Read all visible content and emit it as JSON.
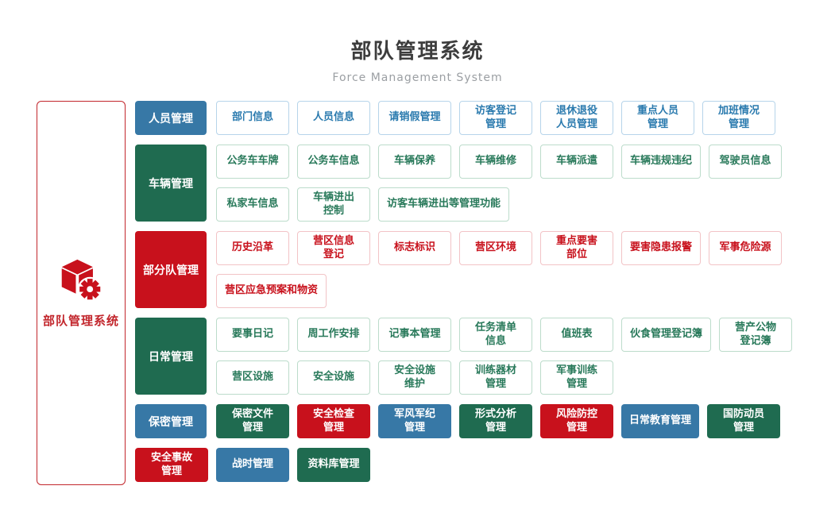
{
  "header": {
    "title": "部队管理系统",
    "subtitle": "Force Management System"
  },
  "sidebar": {
    "label": "部队管理系统",
    "icon": "cube-gear-icon",
    "accent_color": "#c2262c"
  },
  "colors": {
    "blue": "#3778a6",
    "green": "#1f6b50",
    "red": "#c8111c",
    "outline_blue_border": "#b6d4ea",
    "outline_blue_text": "#2a7aae",
    "outline_green_border": "#bcdccb",
    "outline_green_text": "#28795a",
    "outline_red_border": "#f2c3c6",
    "outline_red_text": "#c8111c"
  },
  "groups": [
    {
      "id": "personnel",
      "style": "outline",
      "outline": "blue",
      "category": {
        "label": "人员管理",
        "color": "blue"
      },
      "rows": [
        [
          "部门信息",
          "人员信息",
          "请销假管理",
          "访客登记\n管理",
          "退休退役\n人员管理",
          "重点人员\n管理",
          "加班情况\n管理"
        ]
      ]
    },
    {
      "id": "vehicle",
      "style": "outline",
      "outline": "green",
      "category": {
        "label": "车辆管理",
        "color": "green"
      },
      "rows": [
        [
          "公务车车牌",
          "公务车信息",
          "车辆保养",
          "车辆维修",
          "车辆派遣",
          "车辆违规违纪",
          "驾驶员信息"
        ],
        [
          "私家车信息",
          "车辆进出\n控制",
          "访客车辆进出等管理功能"
        ]
      ]
    },
    {
      "id": "unit",
      "style": "outline",
      "outline": "red",
      "category": {
        "label": "部分队管理",
        "color": "red"
      },
      "rows": [
        [
          "历史沿革",
          "营区信息\n登记",
          "标志标识",
          "营区环境",
          "重点要害\n部位",
          "要害隐患报警",
          "军事危险源"
        ],
        [
          "营区应急预案和物资"
        ]
      ]
    },
    {
      "id": "daily",
      "style": "outline",
      "outline": "green",
      "category": {
        "label": "日常管理",
        "color": "green"
      },
      "rows": [
        [
          "要事日记",
          "周工作安排",
          "记事本管理",
          "任务清单\n信息",
          "值班表",
          "伙食管理登记簿",
          "营产公物\n登记簿"
        ],
        [
          "营区设施",
          "安全设施",
          "安全设施\n维护",
          "训练器材\n管理",
          "军事训练\n管理"
        ]
      ]
    },
    {
      "id": "secrecy",
      "style": "solid",
      "category": {
        "label": "保密管理",
        "color": "blue"
      },
      "rows": [
        [
          {
            "label": "保密文件\n管理",
            "color": "green"
          },
          {
            "label": "安全检查\n管理",
            "color": "red"
          },
          {
            "label": "军风军纪\n管理",
            "color": "blue"
          },
          {
            "label": "形式分析\n管理",
            "color": "green"
          },
          {
            "label": "风险防控\n管理",
            "color": "red"
          },
          {
            "label": "日常教育管理",
            "color": "blue"
          },
          {
            "label": "国防动员\n管理",
            "color": "green"
          }
        ]
      ]
    },
    {
      "id": "bottom",
      "style": "solid",
      "category": null,
      "rows": [
        [
          {
            "label": "安全事故\n管理",
            "color": "red"
          },
          {
            "label": "战时管理",
            "color": "blue"
          },
          {
            "label": "资料库管理",
            "color": "green"
          }
        ]
      ]
    }
  ]
}
